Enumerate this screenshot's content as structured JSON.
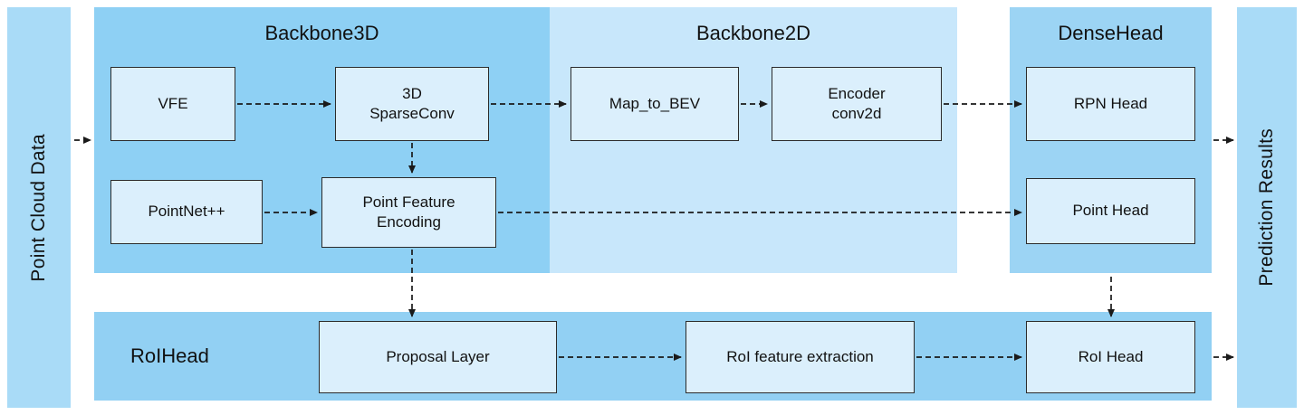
{
  "sidebars": {
    "left_label": "Point Cloud Data",
    "right_label": "Prediction Results"
  },
  "regions": {
    "backbone3d": {
      "title": "Backbone3D"
    },
    "backbone2d": {
      "title": "Backbone2D"
    },
    "densehead": {
      "title": "DenseHead"
    },
    "roihead": {
      "title": "RoIHead"
    }
  },
  "nodes": {
    "vfe": {
      "lines": [
        "VFE"
      ]
    },
    "sparseconv": {
      "lines": [
        "3D",
        "SparseConv"
      ]
    },
    "pointnet": {
      "lines": [
        "PointNet++"
      ]
    },
    "pfe": {
      "lines": [
        "Point Feature",
        "Encoding"
      ]
    },
    "map_to_bev": {
      "lines": [
        "Map_to_BEV"
      ]
    },
    "encoder": {
      "lines": [
        "Encoder",
        "conv2d"
      ]
    },
    "rpn_head": {
      "lines": [
        "RPN Head"
      ]
    },
    "point_head": {
      "lines": [
        "Point Head"
      ]
    },
    "proposal": {
      "lines": [
        "Proposal Layer"
      ]
    },
    "roi_feat": {
      "lines": [
        "RoI feature extraction"
      ]
    },
    "roi_head": {
      "lines": [
        "RoI Head"
      ]
    }
  },
  "colors": {
    "sidebar_bg": "#a9dbf7",
    "backbone3d_bg": "#8ed0f4",
    "backbone2d_bg": "#c8e7fb",
    "densehead_bg": "#9cd4f4",
    "roihead_bg": "#92d0f3",
    "node_bg": "#dbeffc",
    "node_border": "#2b2b2b",
    "arrow": "#1a1a1a",
    "text": "#111111"
  }
}
